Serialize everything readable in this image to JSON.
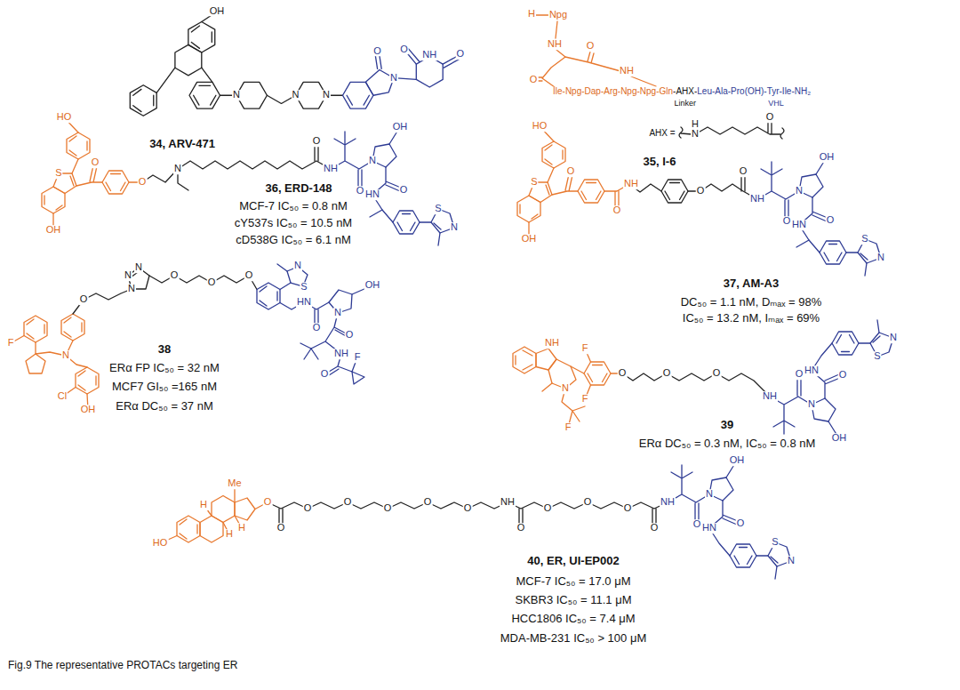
{
  "diagram": {
    "caption": "Fig.9 The representative PROTACs targeting ER",
    "labels": [
      "OH",
      "N",
      "N",
      "N",
      "O",
      "N",
      "O",
      "NH",
      "O",
      "34, ARV-471",
      "H",
      "Npg",
      "NH",
      "O",
      "NH",
      "O",
      "Ile-Npg-Dap-Arg-Npg-Npg-Gln",
      "-AHX-",
      "Leu-Ala-Pro(OH)-Tyr-Ile-NH₂",
      "Linker",
      "VHL",
      "AHX =",
      "H",
      "N",
      "O",
      "35, I-6",
      "HO",
      "S",
      "OH",
      "O",
      "O",
      "N",
      "O",
      "NH",
      "O",
      "N",
      "OH",
      "O",
      "HN",
      "S",
      "N",
      "36, ERD-148",
      "MCF-7 IC₅₀ = 0.8 nM",
      "cY537s IC₅₀ = 10.5 nM",
      "cD538G IC₅₀ = 6.1 nM",
      "HO",
      "S",
      "OH",
      "O",
      "O",
      "NH",
      "O",
      "O",
      "NH",
      "O",
      "N",
      "OH",
      "O",
      "HN",
      "S",
      "N",
      "37, AM-A3",
      "DC₅₀ = 1.1 nM, Dₘₐₓ = 98%",
      "IC₅₀ = 13.2 nM, Iₘₐₓ = 69%",
      "F",
      "N",
      "Cl",
      "OH",
      "O",
      "N",
      "N",
      "N",
      "O",
      "O",
      "O",
      "N",
      "S",
      "HN",
      "O",
      "N",
      "OH",
      "O",
      "NH",
      "O",
      "F",
      "38",
      "ERα FP IC₅₀ = 32 nM",
      "MCF7 GI₅₀ =165 nM",
      "ERα DC₅₀ = 37 nM",
      "NH",
      "N",
      "F",
      "F",
      "F",
      "O",
      "O",
      "O",
      "NH",
      "O",
      "N",
      "OH",
      "O",
      "HN",
      "S",
      "N",
      "39",
      "ERα DC₅₀ = 0.3 nM, IC₅₀ = 0.8 nM",
      "HO",
      "Me",
      "H",
      "H",
      "H",
      "O",
      "O",
      "O",
      "O",
      "O",
      "O",
      "O",
      "NH",
      "O",
      "O",
      "O",
      "O",
      "O",
      "NH",
      "O",
      "N",
      "OH",
      "O",
      "HN",
      "S",
      "N",
      "40, ER, UI-EP002",
      "MCF-7 IC₅₀ = 17.0 μM",
      "SKBR3 IC₅₀ = 11.1 μM",
      "HCC1806 IC₅₀ = 7.4 μM",
      "MDA-MB-231 IC₅₀ > 100 μM"
    ]
  }
}
